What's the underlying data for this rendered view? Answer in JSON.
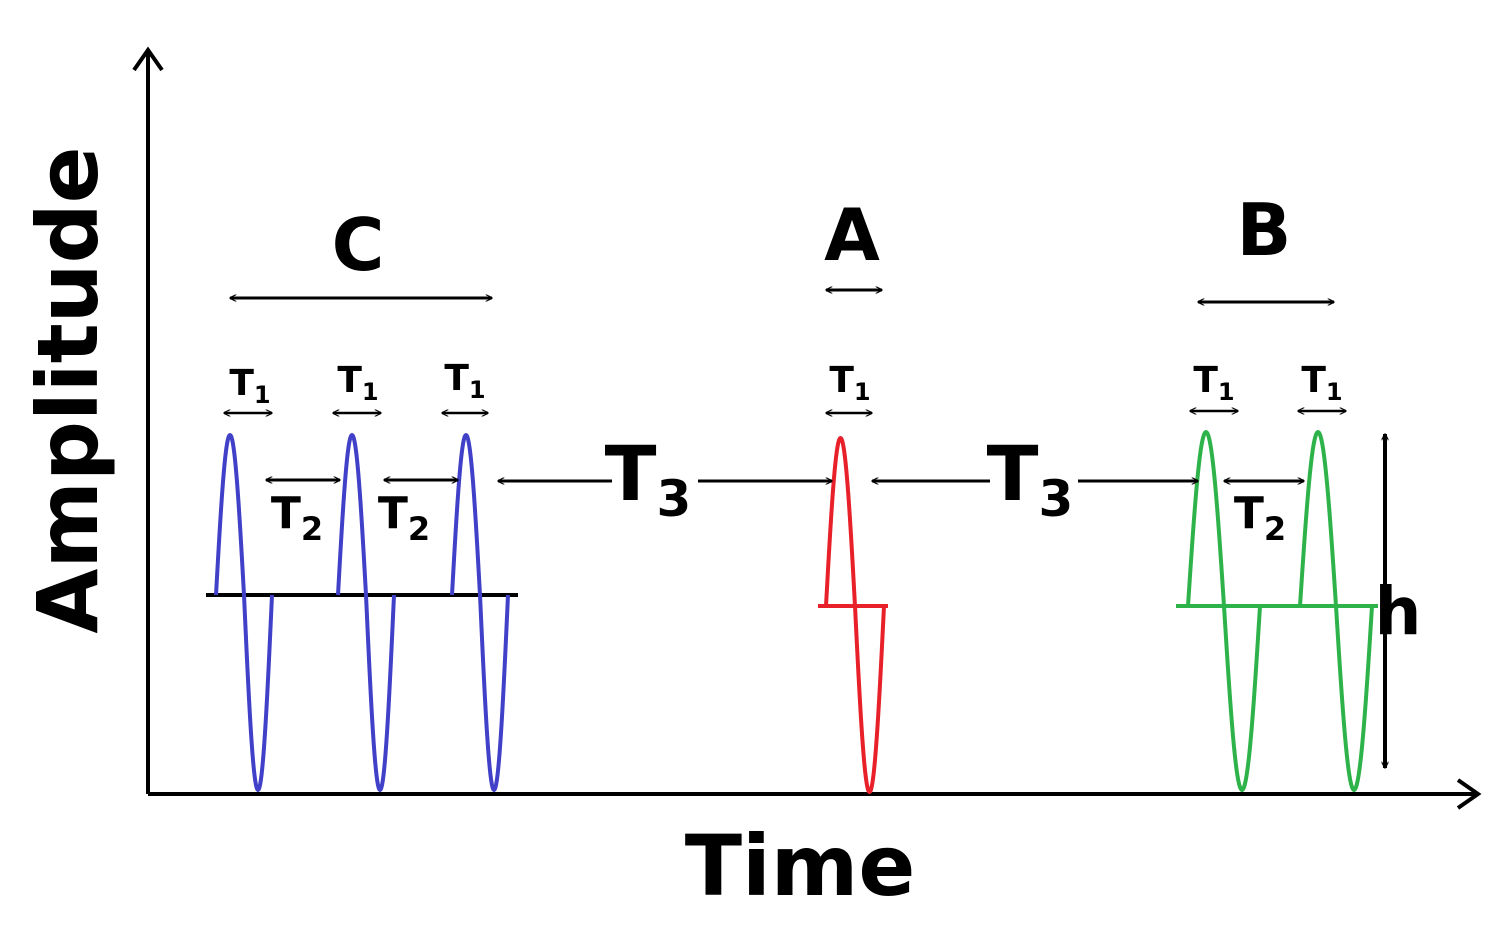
{
  "axes": {
    "x_title": "Time",
    "y_title": "Amplitude"
  },
  "groups": {
    "C": {
      "label": "C",
      "color": "#4040c8",
      "pulses": 3
    },
    "A": {
      "label": "A",
      "color": "#e8202a",
      "pulses": 1
    },
    "B": {
      "label": "B",
      "color": "#2eb34a",
      "pulses": 2
    }
  },
  "intervals": {
    "t1": {
      "base": "T",
      "sub": "1"
    },
    "t2": {
      "base": "T",
      "sub": "2"
    },
    "t3": {
      "base": "T",
      "sub": "3"
    }
  },
  "height_label": "h",
  "colors": {
    "axis": "#000000",
    "baseline_c": "#000000"
  }
}
